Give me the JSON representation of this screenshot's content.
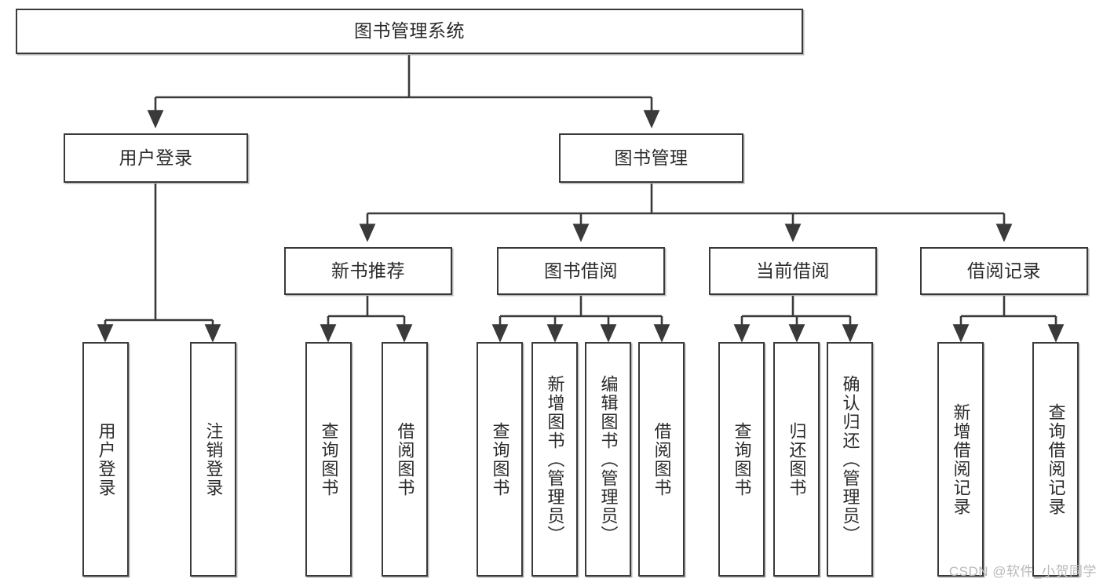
{
  "diagram": {
    "title": "图书管理系统",
    "type": "tree-hierarchy-diagram",
    "colors": {
      "stroke": "#3a3a3a",
      "fill": "#ffffff",
      "text": "#2b2b2b",
      "watermark": "#b9b9b9"
    },
    "root": {
      "label": "图书管理系统"
    },
    "level2": [
      {
        "label": "用户登录"
      },
      {
        "label": "图书管理"
      }
    ],
    "level3": [
      {
        "label": "新书推荐"
      },
      {
        "label": "图书借阅"
      },
      {
        "label": "当前借阅"
      },
      {
        "label": "借阅记录"
      }
    ],
    "leaves": {
      "user_login": [
        {
          "label": "用户登录"
        },
        {
          "label": "注销登录"
        }
      ],
      "new_book_recommend": [
        {
          "label": "查询图书"
        },
        {
          "label": "借阅图书"
        }
      ],
      "book_borrow": [
        {
          "label": "查询图书"
        },
        {
          "label": "新增图书（管理员）"
        },
        {
          "label": "编辑图书（管理员）"
        },
        {
          "label": "借阅图书"
        }
      ],
      "current_borrow": [
        {
          "label": "查询图书"
        },
        {
          "label": "归还图书"
        },
        {
          "label": "确认归还（管理员）"
        }
      ],
      "borrow_records": [
        {
          "label": "新增借阅记录"
        },
        {
          "label": "查询借阅记录"
        }
      ]
    }
  },
  "watermark": {
    "text": "CSDN @软件_小贺同学"
  }
}
